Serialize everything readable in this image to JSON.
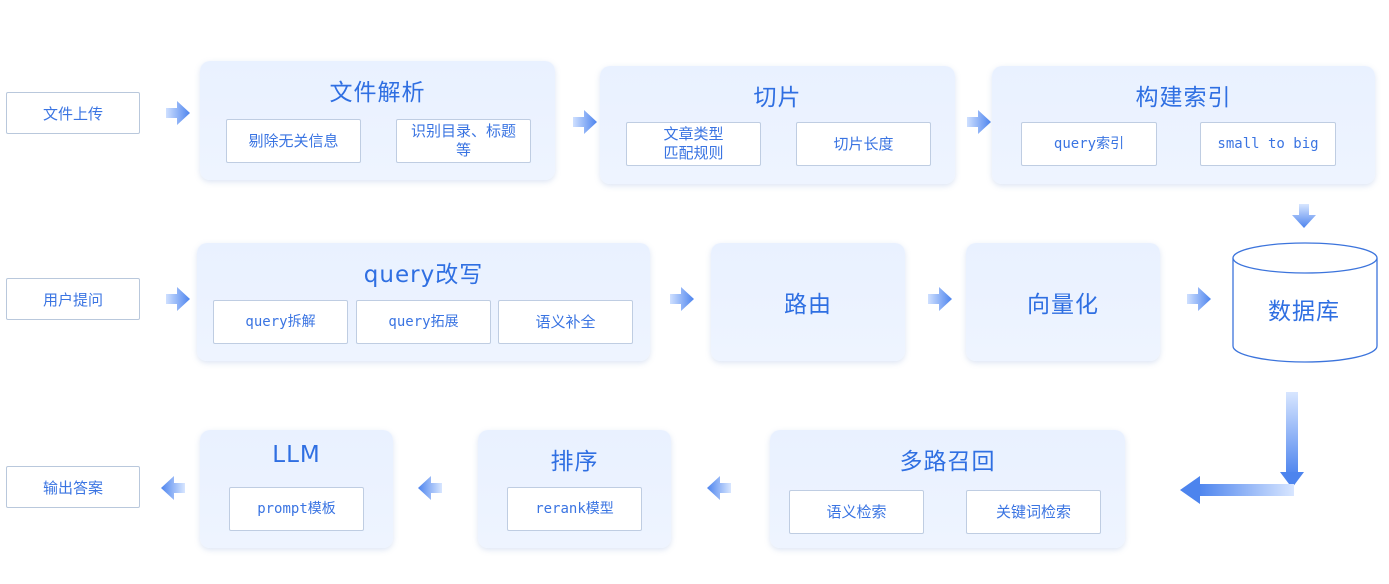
{
  "row1": {
    "start": "文件上传",
    "parse": {
      "title": "文件解析",
      "items": [
        "剔除无关信息",
        "识别目录、标题\n等"
      ]
    },
    "chunk": {
      "title": "切片",
      "items": [
        "文章类型\n匹配规则",
        "切片长度"
      ]
    },
    "index": {
      "title": "构建索引",
      "items": [
        "query索引",
        "small to big"
      ]
    }
  },
  "row2": {
    "start": "用户提问",
    "rewrite": {
      "title": "query改写",
      "items": [
        "query拆解",
        "query拓展",
        "语义补全"
      ]
    },
    "route": "路由",
    "vectorize": "向量化",
    "database": "数据库"
  },
  "row3": {
    "end": "输出答案",
    "llm": {
      "title": "LLM",
      "items": [
        "prompt模板"
      ]
    },
    "rank": {
      "title": "排序",
      "items": [
        "rerank模型"
      ]
    },
    "recall": {
      "title": "多路召回",
      "items": [
        "语义检索",
        "关键词检索"
      ]
    }
  },
  "colors": {
    "accent": "#2f6fe2",
    "panel": "#eaf2ff",
    "arrow": "#4f86ee"
  }
}
